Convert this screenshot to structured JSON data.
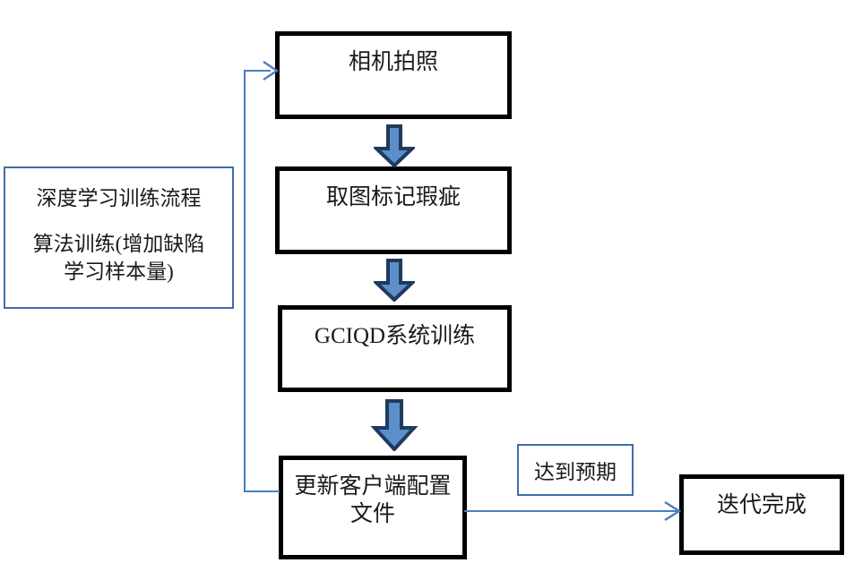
{
  "diagram": {
    "title": "深度学习训练流程",
    "nodes": [
      {
        "id": "camera",
        "label": "相机拍照"
      },
      {
        "id": "annotate",
        "label": "取图标记瑕疵"
      },
      {
        "id": "train",
        "label": "GCIQD系统训练"
      },
      {
        "id": "update",
        "label": "更新客户端配置\n文件"
      },
      {
        "id": "done",
        "label": "迭代完成"
      }
    ],
    "note_panel": {
      "heading": "深度学习训练流程",
      "body": "算法训练(增加缺陷\n学习样本量)"
    },
    "edge_labels": [
      {
        "id": "expected",
        "label": "达到预期"
      }
    ],
    "arrows": [
      {
        "id": "camera-to-annotate",
        "kind": "block-arrow-down"
      },
      {
        "id": "annotate-to-train",
        "kind": "block-arrow-down"
      },
      {
        "id": "train-to-update",
        "kind": "block-arrow-down"
      },
      {
        "id": "update-to-done",
        "kind": "line-arrow-right"
      },
      {
        "id": "update-to-camera",
        "kind": "feedback-loop-left"
      }
    ],
    "colors": {
      "box_border": "#000000",
      "arrow_fill": "#5b8fc9",
      "arrow_outline": "#1f3a5f",
      "accent_line": "#4a7ebb",
      "blue_border": "#3f6eab",
      "background": "#ffffff",
      "text": "#1a1a1a"
    }
  }
}
